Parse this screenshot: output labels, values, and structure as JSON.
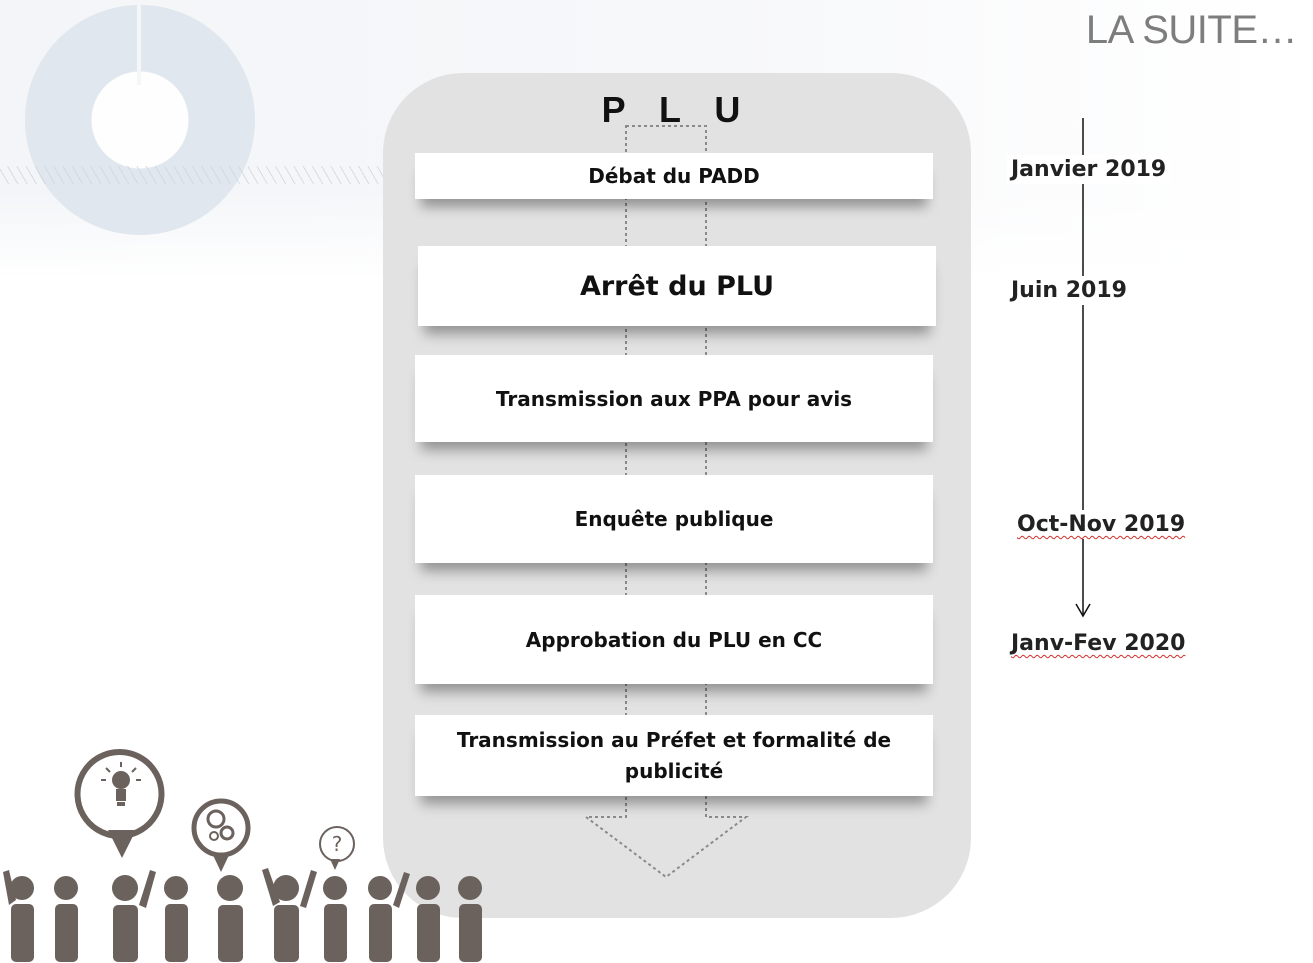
{
  "slide": {
    "title": "LA SUITE…"
  },
  "diagram": {
    "title": "P L U",
    "steps": [
      {
        "label": "Débat du PADD"
      },
      {
        "label": "Arrêt du PLU"
      },
      {
        "label": "Transmission aux PPA pour avis"
      },
      {
        "label": "Enquête publique"
      },
      {
        "label": "Approbation du PLU en CC"
      },
      {
        "label": "Transmission au Préfet et formalité de publicité"
      }
    ]
  },
  "timeline": {
    "dates": [
      {
        "label": "Janvier 2019"
      },
      {
        "label": "Juin 2019"
      },
      {
        "label": "Oct-Nov 2019"
      },
      {
        "label": "Janv-Fev 2020"
      }
    ]
  },
  "colors": {
    "panel": "#e2e2e2",
    "people": "#6b625e",
    "title": "#7d7d7d"
  },
  "icons": [
    "lightbulb-icon",
    "gears-icon",
    "question-mark-icon"
  ]
}
